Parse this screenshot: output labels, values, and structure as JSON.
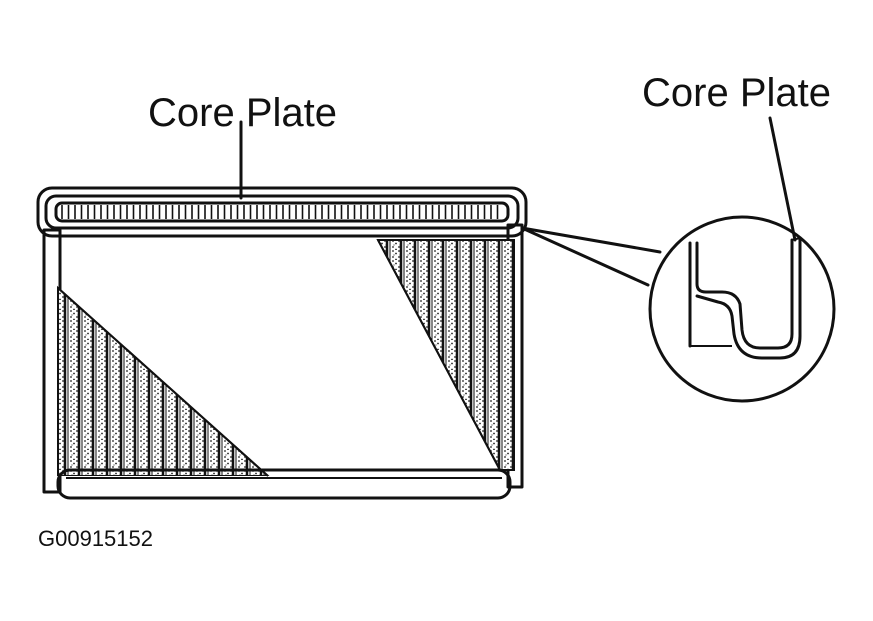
{
  "labels": {
    "core_plate_main": "Core Plate",
    "core_plate_detail": "Core Plate"
  },
  "figure_code": "G00915152",
  "colors": {
    "ink": "#111111",
    "background": "#ffffff"
  }
}
